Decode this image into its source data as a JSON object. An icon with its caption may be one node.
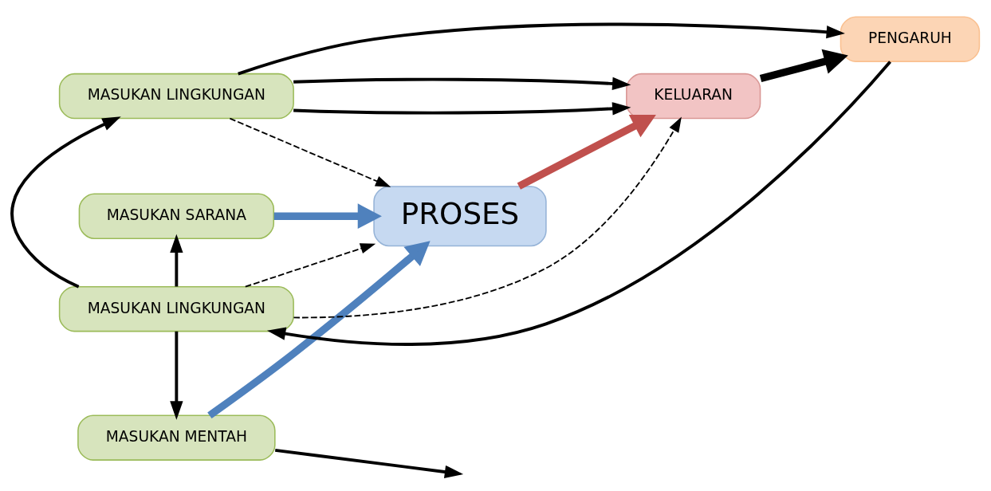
{
  "diagram": {
    "nodes": [
      {
        "text": [
          "MASUKAN LINGKUNGAN"
        ]
      },
      {
        "text": [
          "MASUKAN SARANA"
        ]
      },
      {
        "text": [
          "MASUKAN MENTAH"
        ]
      },
      {
        "text": [
          "PROSES"
        ]
      },
      {
        "text": [
          "KELUARAN"
        ]
      },
      {
        "text": [
          "PENGARUH"
        ]
      },
      {
        "text": [
          "MASUKAN LINGKUNGAN"
        ]
      }
    ],
    "edges": [
      {
        "from": 6,
        "to": 0,
        "arrow": "to"
      },
      {
        "from": 6,
        "to": 1,
        "arrow": "to"
      },
      {
        "from": 6,
        "to": 2,
        "arrow": "to"
      },
      {
        "from": 2,
        "to": null,
        "arrow": "to"
      },
      {
        "from": 0,
        "to": 3,
        "arrow": "to",
        "style": "dashed"
      },
      {
        "from": 0,
        "to": 4,
        "arrow": "to"
      },
      {
        "from": 0,
        "to": 4,
        "arrow": "to"
      },
      {
        "from": 0,
        "to": 5,
        "arrow": "to"
      },
      {
        "from": 1,
        "to": 3,
        "arrow": "to",
        "style": "thick",
        "color": "#4f81bd"
      },
      {
        "from": 2,
        "to": 3,
        "arrow": "to",
        "style": "thick",
        "color": "#4f81bd"
      },
      {
        "from": 3,
        "to": 4,
        "arrow": "to",
        "style": "thick",
        "color": "#c0504d"
      },
      {
        "from": 4,
        "to": 5,
        "arrow": "to",
        "style": "thick"
      },
      {
        "from": 5,
        "to": 6,
        "arrow": "to"
      },
      {
        "from": 6,
        "to": 3,
        "arrow": "to",
        "style": "dashed"
      },
      {
        "from": 6,
        "to": 4,
        "arrow": "to",
        "style": "dashed"
      }
    ]
  }
}
